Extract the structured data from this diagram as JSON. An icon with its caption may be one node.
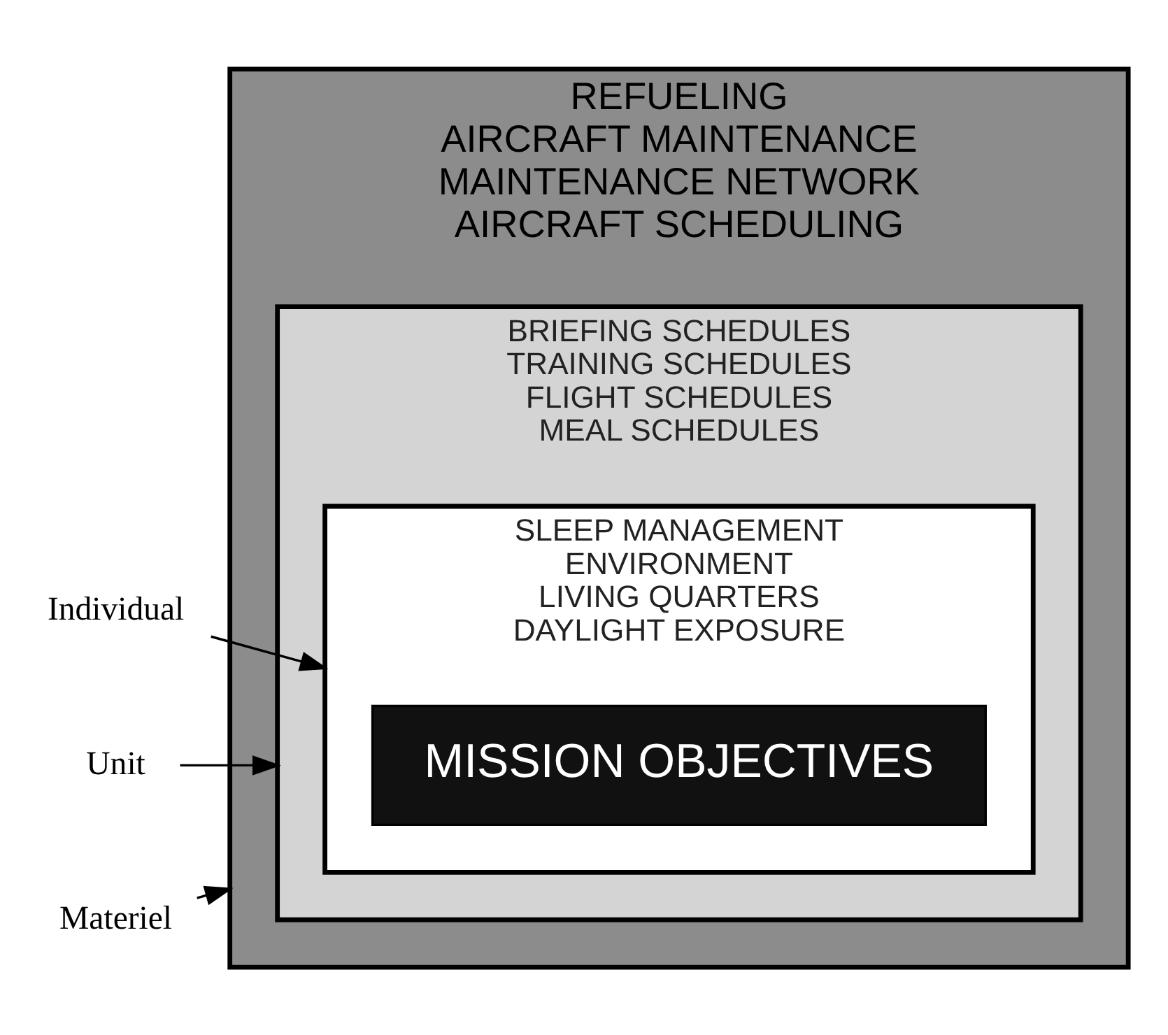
{
  "diagram": {
    "nodes": [
      {
        "text": [
          "REFUELING",
          "AIRCRAFT MAINTENANCE",
          "MAINTENANCE NETWORK",
          "AIRCRAFT SCHEDULING"
        ]
      },
      {
        "text": [
          "BRIEFING SCHEDULES",
          "TRAINING SCHEDULES",
          "FLIGHT SCHEDULES",
          "MEAL SCHEDULES"
        ],
        "in": 0
      },
      {
        "text": [
          "SLEEP MANAGEMENT",
          "ENVIRONMENT",
          "LIVING QUARTERS",
          "DAYLIGHT EXPOSURE"
        ],
        "in": 1
      },
      {
        "text": [
          "MISSION OBJECTIVES"
        ],
        "in": 2
      },
      {
        "text": [
          "Individual"
        ]
      },
      {
        "text": [
          "Unit"
        ]
      },
      {
        "text": [
          "Materiel"
        ]
      }
    ],
    "edges": [
      {
        "from": 4,
        "to": 2,
        "arrow": "to"
      },
      {
        "from": 5,
        "to": 1,
        "arrow": "to"
      },
      {
        "from": 6,
        "to": 0,
        "arrow": "to"
      }
    ]
  }
}
